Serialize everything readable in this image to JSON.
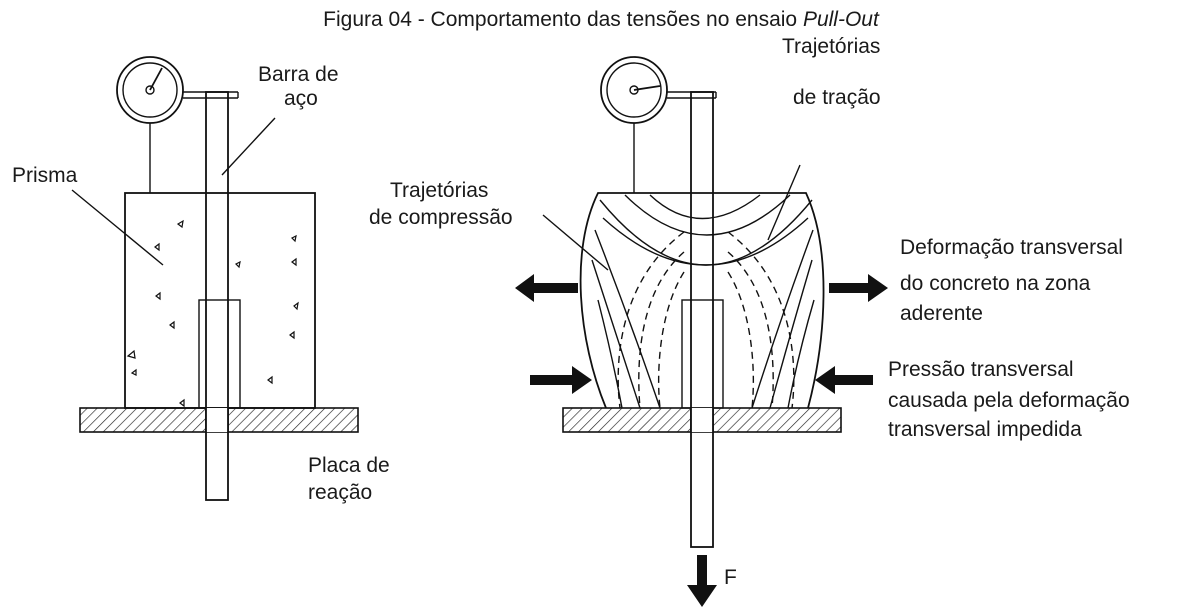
{
  "figure": {
    "title_prefix": "Figura 04 - Comportamento das tensões no ensaio ",
    "title_italic": "Pull-Out"
  },
  "left_diagram": {
    "labels": {
      "bar_line1": "Barra de",
      "bar_line2": "aço",
      "prism": "Prisma",
      "plate_line1": "Placa de",
      "plate_line2": "reação"
    }
  },
  "right_diagram": {
    "labels": {
      "tension_line1": "Trajetórias",
      "tension_line2": "de tração",
      "compression_line1": "Trajetórias",
      "compression_line2": "de compressão",
      "deformation_line1": "Deformação transversal",
      "deformation_line2": "do concreto na zona",
      "deformation_line3": "aderente",
      "pressure_line1": "Pressão transversal",
      "pressure_line2": "causada pela deformação",
      "pressure_line3": "transversal impedida",
      "force": "F"
    }
  }
}
